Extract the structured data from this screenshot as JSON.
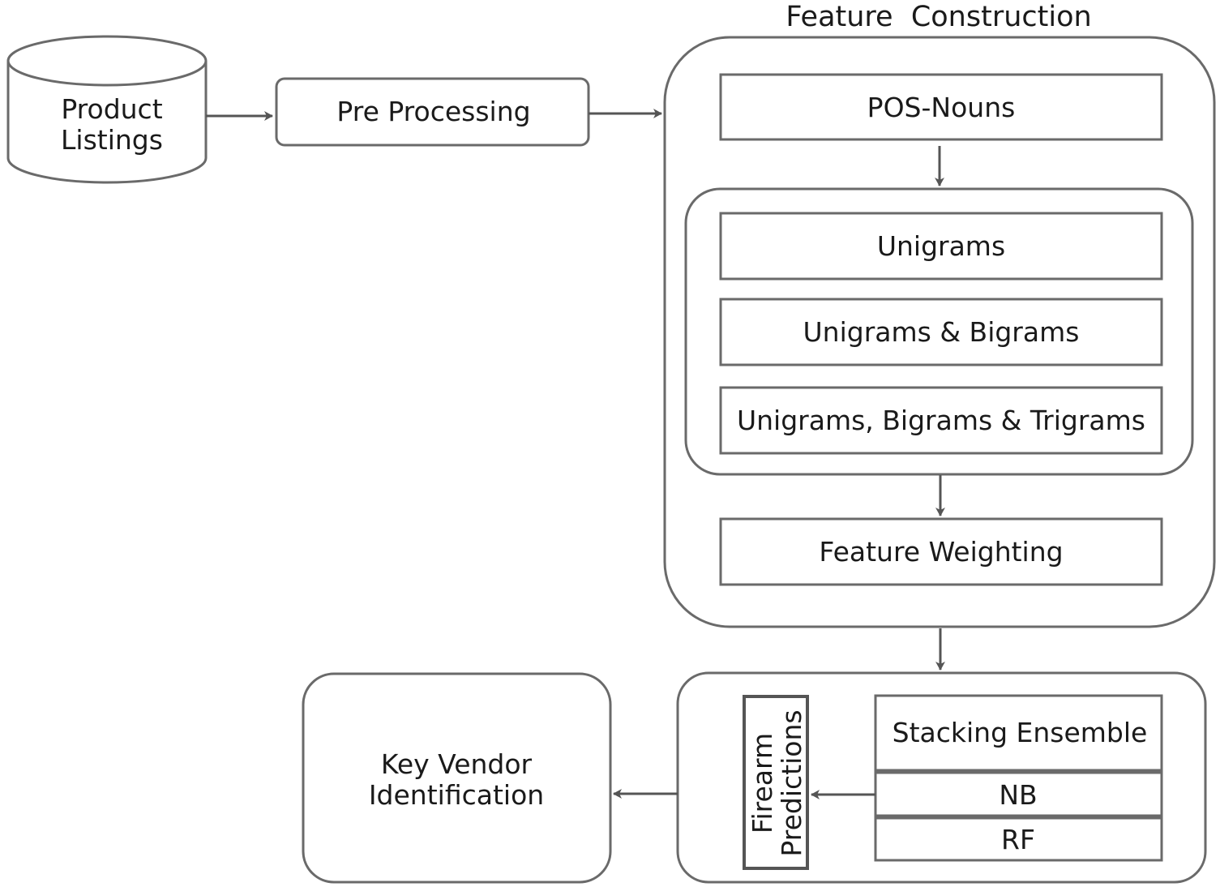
{
  "nodes": {
    "product_listings": {
      "line1": "Product",
      "line2": "Listings"
    },
    "pre_processing": "Pre Processing",
    "feature_construction": {
      "title": "Feature  Construction",
      "pos_nouns": "POS-Nouns",
      "unigrams": "Unigrams",
      "unigrams_bigrams": "Unigrams & Bigrams",
      "unigrams_bigrams_trigrams": "Unigrams, Bigrams & Trigrams",
      "feature_weighting": "Feature Weighting"
    },
    "models": {
      "stacking_ensemble": "Stacking Ensemble",
      "nb": "NB",
      "rf": "RF",
      "predictions": {
        "line1": "Firearm",
        "line2": "Predictions"
      }
    },
    "key_vendor": {
      "line1": "Key Vendor",
      "line2": "Identification"
    }
  },
  "edges": [
    {
      "from": "Product Listings",
      "to": "Pre Processing"
    },
    {
      "from": "Pre Processing",
      "to": "Feature Construction"
    },
    {
      "from": "POS-Nouns",
      "to": "N-gram group"
    },
    {
      "from": "N-gram group",
      "to": "Feature Weighting"
    },
    {
      "from": "Feature Construction",
      "to": "Model group"
    },
    {
      "from": "Stacking Ensemble / NB / RF",
      "to": "Firearm Predictions"
    },
    {
      "from": "Model group",
      "to": "Key Vendor Identification"
    }
  ]
}
